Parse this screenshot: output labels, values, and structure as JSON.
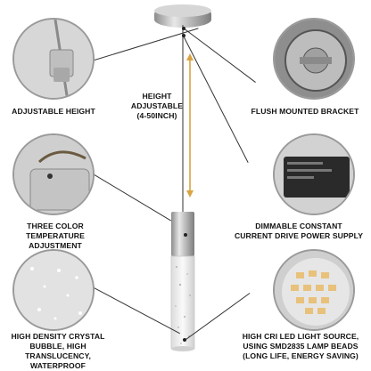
{
  "features": [
    {
      "label": "ADJUSTABLE HEIGHT"
    },
    {
      "label": "FLUSH MOUNTED BRACKET"
    },
    {
      "label_lines": [
        "THREE COLOR",
        "TEMPERATURE ADJUSTMENT"
      ]
    },
    {
      "label_lines": [
        "DIMMABLE CONSTANT",
        "CURRENT DRIVE POWER SUPPLY"
      ]
    },
    {
      "label_lines": [
        "HIGH DENSITY CRYSTAL",
        "BUBBLE, HIGH TRANSLUCENCY,",
        "WATERPROOF"
      ]
    },
    {
      "label_lines": [
        "HIGH CRI LED LIGHT SOURCE,",
        "USING SMD2835 LAMP BEADS",
        "(LONG LIFE, ENERGY SAVING)"
      ]
    }
  ],
  "height_note": {
    "lines": [
      "HEIGHT",
      "ADJUSTABLE",
      "(4-50INCH)"
    ]
  },
  "colors": {
    "accent_arrow": "#d9a441",
    "chrome": "#b8b8b8",
    "outline": "#9a9a9a"
  }
}
